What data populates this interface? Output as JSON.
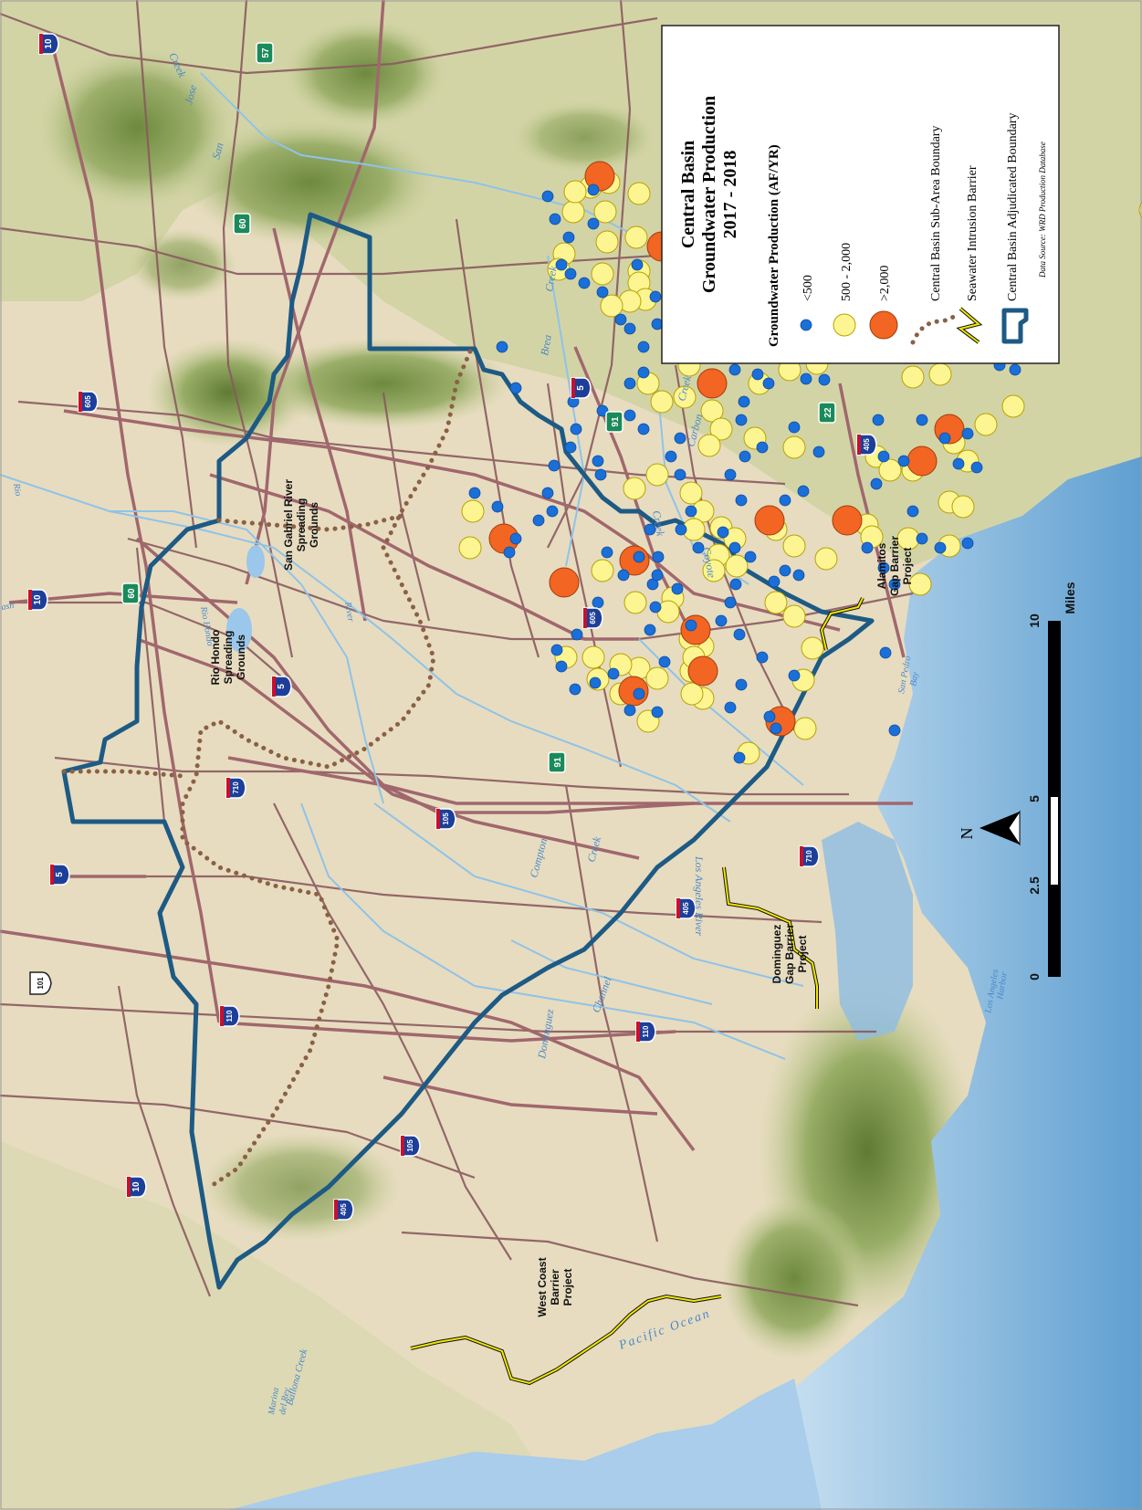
{
  "legend": {
    "title_lines": [
      "Central Basin",
      "Groundwater Production",
      "2017 - 2018"
    ],
    "subtitle": "Groundwater Production (AF/YR)",
    "items": [
      {
        "label": "<500",
        "color": "#1a6fd8"
      },
      {
        "label": "500 - 2,000",
        "color": "#fdf591"
      },
      {
        "label": ">2,000",
        "color": "#f26522"
      },
      {
        "label": "Central Basin Sub-Area Boundary",
        "color": "#8b6045"
      },
      {
        "label": "Seawater Intrusion Barrier",
        "color": "#f2e600"
      },
      {
        "label": "Central Basin Adjudicated Boundary",
        "color": "#1d5a84"
      }
    ],
    "source": "Data Source: WRD Production Database"
  },
  "scale": {
    "ticks": [
      "0",
      "2.5",
      "5",
      "10"
    ],
    "unit": "Miles"
  },
  "north_label": "N",
  "place_labels": {
    "rio_hondo": [
      "Rio Hondo",
      "Spreading",
      "Grounds"
    ],
    "san_gabriel": [
      "San Gabriel River",
      "Spreading",
      "Grounds"
    ],
    "alamitos": [
      "Alamitos",
      "Gap Barrier",
      "Project"
    ],
    "dominguez": [
      "Dominguez",
      "Gap Barrier",
      "Project"
    ],
    "west_coast": [
      "West Coast",
      "Barrier",
      "Project"
    ]
  },
  "water_labels": {
    "pacific": "Pacific Ocean",
    "san_pedro": [
      "San Pedro",
      "Bay"
    ],
    "la_harbor": [
      "Los Angeles",
      "Harbor"
    ],
    "la_river": "Los Angeles River",
    "dominguez": "Dominguez",
    "channel": "Channel",
    "compton": "Compton",
    "creek": "Creek",
    "coyote": "Coyote",
    "carbon": "Carbon",
    "brea": "Brea",
    "san_jose": [
      "San",
      "Jose"
    ],
    "marina": [
      "Marina",
      "del Rey"
    ],
    "ballona": "Ballona Creek",
    "rio_hondo_water": "Rio Hondo",
    "river_small": "River",
    "rio": "Rio",
    "wash": "ash"
  },
  "highways": [
    {
      "label": "10",
      "type": "interstate"
    },
    {
      "label": "57",
      "type": "state"
    },
    {
      "label": "60",
      "type": "state"
    },
    {
      "label": "605",
      "type": "interstate"
    },
    {
      "label": "5",
      "type": "interstate"
    },
    {
      "label": "91",
      "type": "state"
    },
    {
      "label": "22",
      "type": "state"
    },
    {
      "label": "405",
      "type": "interstate"
    },
    {
      "label": "10",
      "type": "interstate"
    },
    {
      "label": "60",
      "type": "state"
    },
    {
      "label": "5",
      "type": "interstate"
    },
    {
      "label": "605",
      "type": "interstate"
    },
    {
      "label": "710",
      "type": "interstate"
    },
    {
      "label": "91",
      "type": "state"
    },
    {
      "label": "105",
      "type": "interstate"
    },
    {
      "label": "5",
      "type": "interstate"
    },
    {
      "label": "710",
      "type": "interstate"
    },
    {
      "label": "405",
      "type": "interstate"
    },
    {
      "label": "101",
      "type": "us"
    },
    {
      "label": "110",
      "type": "interstate"
    },
    {
      "label": "110",
      "type": "interstate"
    },
    {
      "label": "105",
      "type": "interstate"
    },
    {
      "label": "10",
      "type": "interstate"
    },
    {
      "label": "405",
      "type": "interstate"
    }
  ]
}
